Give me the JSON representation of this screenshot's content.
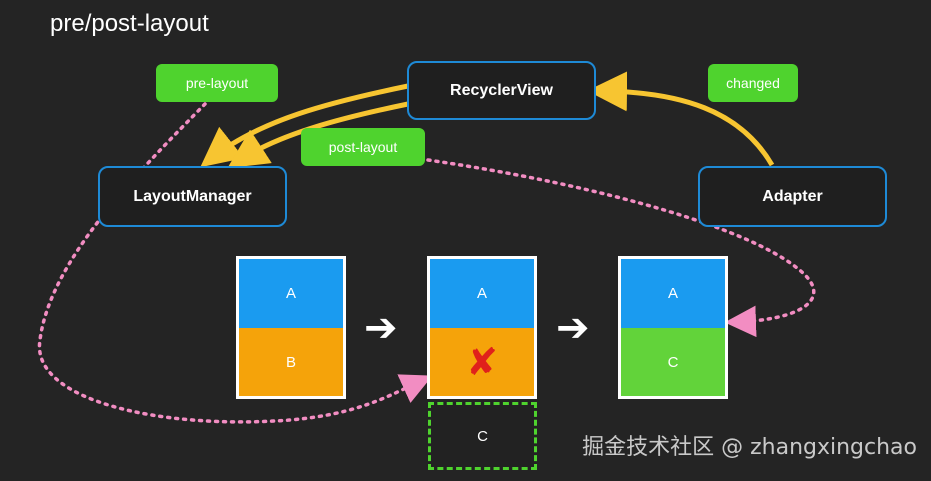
{
  "title": "pre/post-layout",
  "nodes": {
    "recycler_view": "RecyclerView",
    "layout_manager": "LayoutManager",
    "adapter": "Adapter"
  },
  "tags": {
    "pre_layout": "pre-layout",
    "post_layout": "post-layout",
    "changed": "changed"
  },
  "lists": [
    {
      "items": [
        {
          "label": "A",
          "color": "#1a9bf0"
        },
        {
          "label": "B",
          "color": "#f5a30a"
        }
      ]
    },
    {
      "items": [
        {
          "label": "A",
          "color": "#1a9bf0"
        },
        {
          "label": "",
          "color": "#f5a30a",
          "removed": true
        }
      ]
    },
    {
      "items": [
        {
          "label": "A",
          "color": "#1a9bf0"
        },
        {
          "label": "C",
          "color": "#62d33a"
        }
      ]
    }
  ],
  "offscreen_item": "C",
  "removed_mark": "✘",
  "step_arrow": "➔",
  "watermark": "掘金技术社区 @ zhangxingchao",
  "colors": {
    "background": "#242424",
    "node_border": "#1e8ad6",
    "tag": "#4fd32e",
    "yellow_arrow": "#f7c531",
    "pink_dotted": "#f28dc2",
    "item_a": "#1a9bf0",
    "item_b": "#f5a30a",
    "item_c": "#62d33a",
    "removed": "#e0211b"
  }
}
